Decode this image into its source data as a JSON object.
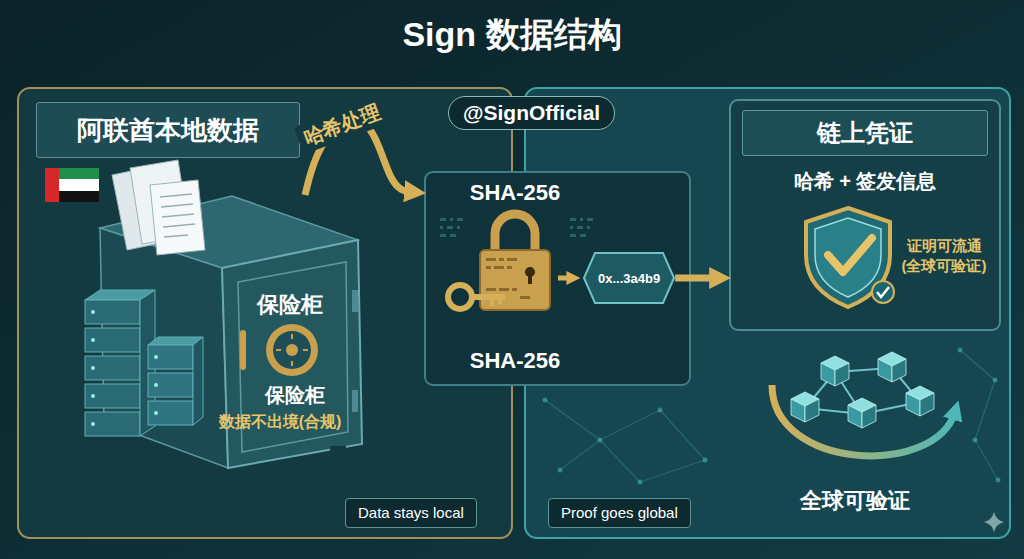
{
  "diagram": {
    "title": "Sign 数据结构",
    "nodes": [
      {
        "text": [
          "阿联酋本地数据"
        ]
      },
      {
        "text": [
          "保险柜",
          "保险柜",
          "数据不出境(合规)"
        ],
        "in": 0
      },
      {
        "text": [
          "Data stays local"
        ],
        "in": 0
      },
      {
        "text": [
          "@SignOfficial"
        ]
      },
      {
        "text": [
          "SHA-256",
          "SHA-256"
        ]
      },
      {
        "text": [
          "0x...3a4b9"
        ],
        "in": 4
      },
      {
        "text": [
          "链上凭证",
          "哈希 + 签发信息",
          "证明可流通 (全球可验证)"
        ]
      },
      {
        "text": [
          "Proof goes global"
        ]
      }
    ],
    "edges": [
      {
        "from": 1,
        "to": 4,
        "label": "哈希处理",
        "arrow": "to"
      },
      {
        "from": 5,
        "to": 6,
        "arrow": "to"
      }
    ],
    "labels": [
      "全球可验证"
    ]
  }
}
